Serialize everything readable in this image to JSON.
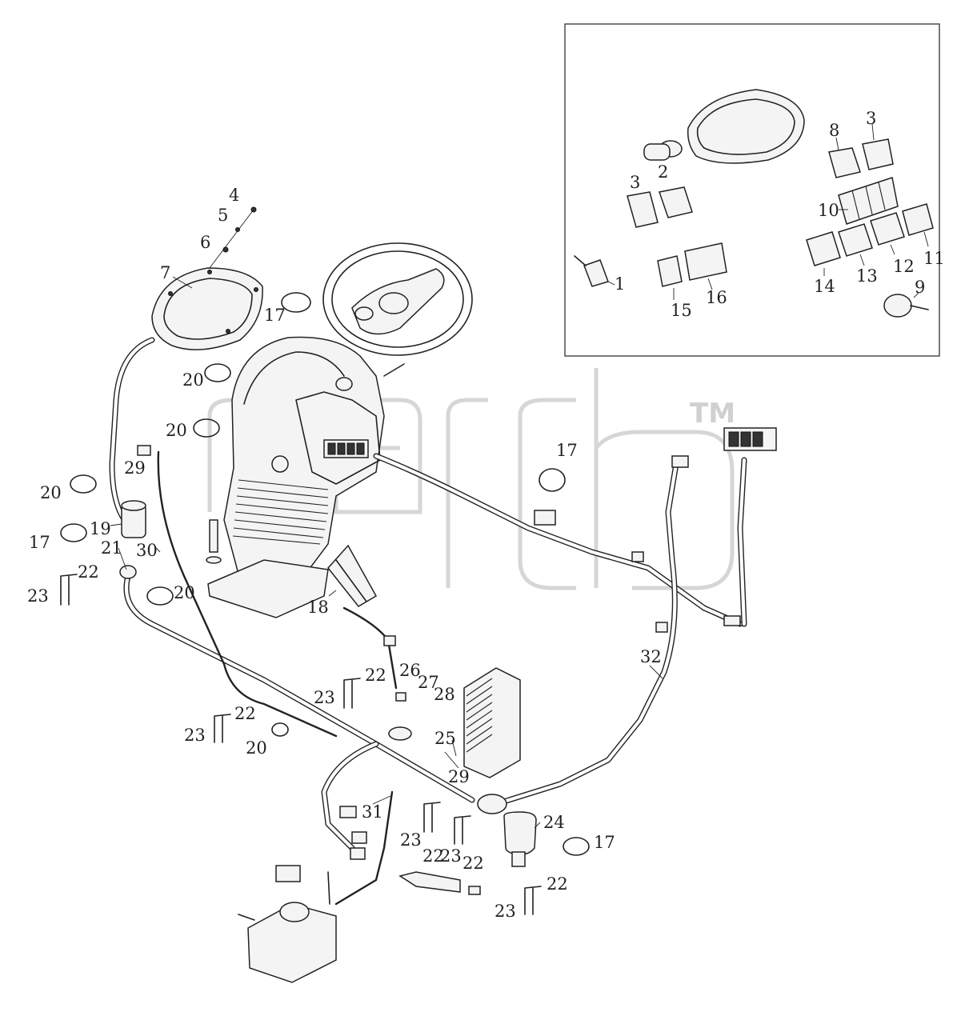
{
  "watermark": {
    "trademark": "TM"
  },
  "callouts": [
    {
      "id": "4",
      "label": "4"
    },
    {
      "id": "5",
      "label": "5"
    },
    {
      "id": "6",
      "label": "6"
    },
    {
      "id": "7",
      "label": "7"
    },
    {
      "id": "17a",
      "label": "17"
    },
    {
      "id": "20a",
      "label": "20"
    },
    {
      "id": "20b",
      "label": "20"
    },
    {
      "id": "29a",
      "label": "29"
    },
    {
      "id": "20c",
      "label": "20"
    },
    {
      "id": "17b",
      "label": "17"
    },
    {
      "id": "19",
      "label": "19"
    },
    {
      "id": "21",
      "label": "21"
    },
    {
      "id": "30",
      "label": "30"
    },
    {
      "id": "22a",
      "label": "22"
    },
    {
      "id": "23a",
      "label": "23"
    },
    {
      "id": "20d",
      "label": "20"
    },
    {
      "id": "18",
      "label": "18"
    },
    {
      "id": "17c",
      "label": "17"
    },
    {
      "id": "32",
      "label": "32"
    },
    {
      "id": "26",
      "label": "26"
    },
    {
      "id": "27",
      "label": "27"
    },
    {
      "id": "28",
      "label": "28"
    },
    {
      "id": "22b",
      "label": "22"
    },
    {
      "id": "23b",
      "label": "23"
    },
    {
      "id": "22c",
      "label": "22"
    },
    {
      "id": "23c",
      "label": "23"
    },
    {
      "id": "20e",
      "label": "20"
    },
    {
      "id": "25",
      "label": "25"
    },
    {
      "id": "29b",
      "label": "29"
    },
    {
      "id": "31",
      "label": "31"
    },
    {
      "id": "24",
      "label": "24"
    },
    {
      "id": "17d",
      "label": "17"
    },
    {
      "id": "23d",
      "label": "23"
    },
    {
      "id": "22d",
      "label": "22"
    },
    {
      "id": "23e",
      "label": "23"
    },
    {
      "id": "22e",
      "label": "22"
    },
    {
      "id": "22f",
      "label": "22"
    },
    {
      "id": "23f",
      "label": "23"
    }
  ],
  "inset_callouts": [
    {
      "id": "i3a",
      "label": "3"
    },
    {
      "id": "i2",
      "label": "2"
    },
    {
      "id": "i8",
      "label": "8"
    },
    {
      "id": "i3b",
      "label": "3"
    },
    {
      "id": "i10",
      "label": "10"
    },
    {
      "id": "i1",
      "label": "1"
    },
    {
      "id": "i15",
      "label": "15"
    },
    {
      "id": "i16",
      "label": "16"
    },
    {
      "id": "i14",
      "label": "14"
    },
    {
      "id": "i13",
      "label": "13"
    },
    {
      "id": "i12",
      "label": "12"
    },
    {
      "id": "i11",
      "label": "11"
    },
    {
      "id": "i9",
      "label": "9"
    }
  ]
}
